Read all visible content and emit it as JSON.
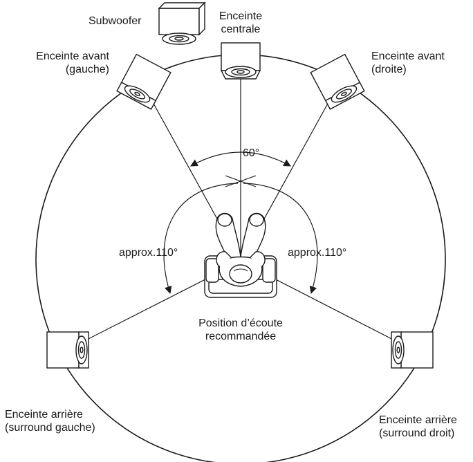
{
  "labels": {
    "subwoofer": "Subwoofer",
    "center_l1": "Enceinte",
    "center_l2": "centrale",
    "front_left_l1": "Enceinte avant",
    "front_left_l2": "(gauche)",
    "front_right_l1": "Enceinte avant",
    "front_right_l2": "(droite)",
    "angle_front": "60°",
    "angle_left": "approx.110°",
    "angle_right": "approx.110°",
    "listening_l1": "Position d’écoute",
    "listening_l2": "recommandée",
    "rear_left_l1": "Enceinte arrière",
    "rear_left_l2": "(surround gauche)",
    "rear_right_l1": "Enceinte arrière",
    "rear_right_l2": "(surround droit)"
  },
  "colors": {
    "line": "#1a1a1a",
    "background": "#ffffff"
  }
}
